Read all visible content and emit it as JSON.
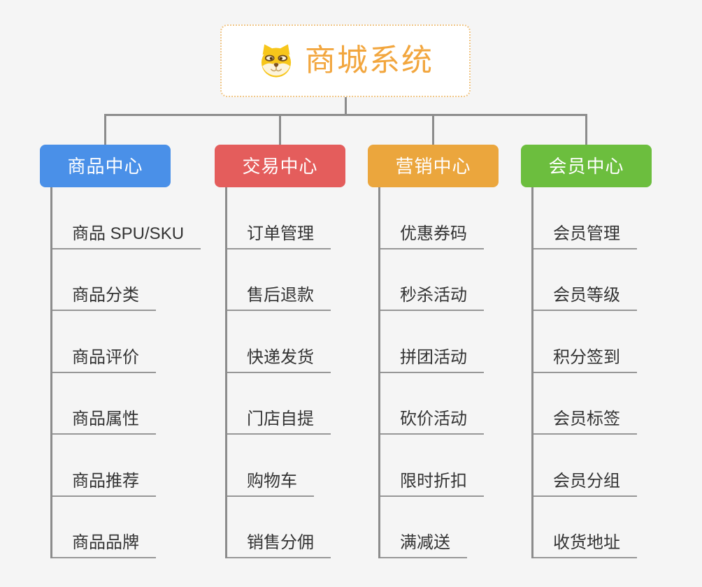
{
  "root": {
    "title": "商城系统",
    "icon": "dog-face-icon"
  },
  "branches": [
    {
      "label": "商品中心",
      "color": "#4A90E8",
      "children": [
        "商品 SPU/SKU",
        "商品分类",
        "商品评价",
        "商品属性",
        "商品推荐",
        "商品品牌"
      ]
    },
    {
      "label": "交易中心",
      "color": "#E45D5C",
      "children": [
        "订单管理",
        "售后退款",
        "快递发货",
        "门店自提",
        "购物车",
        "销售分佣"
      ]
    },
    {
      "label": "营销中心",
      "color": "#EBA63D",
      "children": [
        "优惠券码",
        "秒杀活动",
        "拼团活动",
        "砍价活动",
        "限时折扣",
        "满减送"
      ]
    },
    {
      "label": "会员中心",
      "color": "#6CBE3E",
      "children": [
        "会员管理",
        "会员等级",
        "积分签到",
        "会员标签",
        "会员分组",
        "收货地址"
      ]
    }
  ],
  "colors": {
    "canvas_bg": "#F5F5F5",
    "root_title": "#F2A63E",
    "root_border": "#F0C585",
    "connector": "#8C8C8C",
    "child_text": "#333333"
  }
}
